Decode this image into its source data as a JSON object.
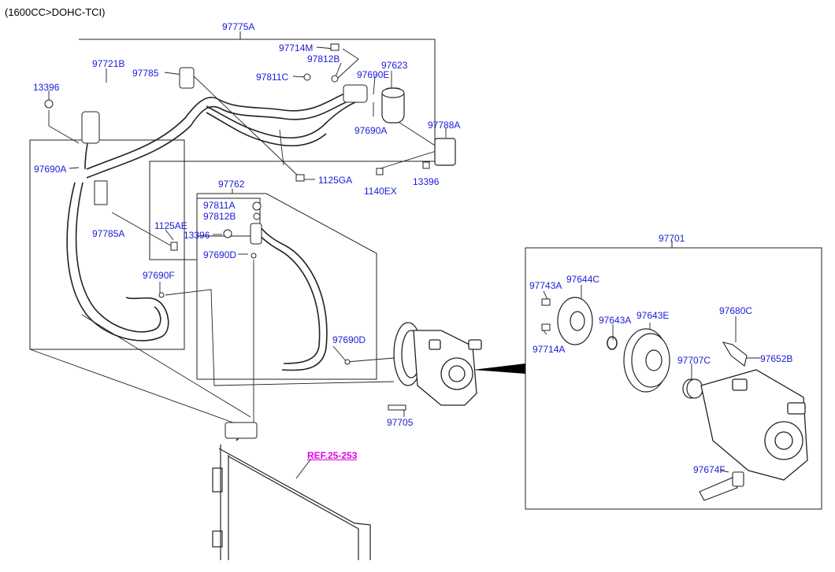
{
  "header": {
    "text": "(1600CC>DOHC-TCI)"
  },
  "colors": {
    "label": "#1a1ad8",
    "reference": "#e000e0",
    "line": "#222222"
  },
  "labels": {
    "p97775A": "97775A",
    "p97714M": "97714M",
    "p97812B_top": "97812B",
    "p97721B": "97721B",
    "p97785": "97785",
    "p97811C": "97811C",
    "p97623": "97623",
    "p97690E": "97690E",
    "p13396_left": "13396",
    "p97690A_right": "97690A",
    "p97788A": "97788A",
    "p97690A_left": "97690A",
    "p1125GA": "1125GA",
    "p1140EX": "1140EX",
    "p13396_right": "13396",
    "p97762": "97762",
    "p97811A": "97811A",
    "p97812B_mid": "97812B",
    "p1125AE": "1125AE",
    "p13396_mid": "13396",
    "p97785A": "97785A",
    "p97690D_top": "97690D",
    "p97690F": "97690F",
    "p97690D_bot": "97690D",
    "p97705": "97705",
    "p97701": "97701",
    "p97743A": "97743A",
    "p97644C": "97644C",
    "p97643A": "97643A",
    "p97643E": "97643E",
    "p97680C": "97680C",
    "p97714A": "97714A",
    "p97707C": "97707C",
    "p97652B": "97652B",
    "p97674F": "97674F"
  },
  "reference": {
    "text": "REF.25-253"
  }
}
